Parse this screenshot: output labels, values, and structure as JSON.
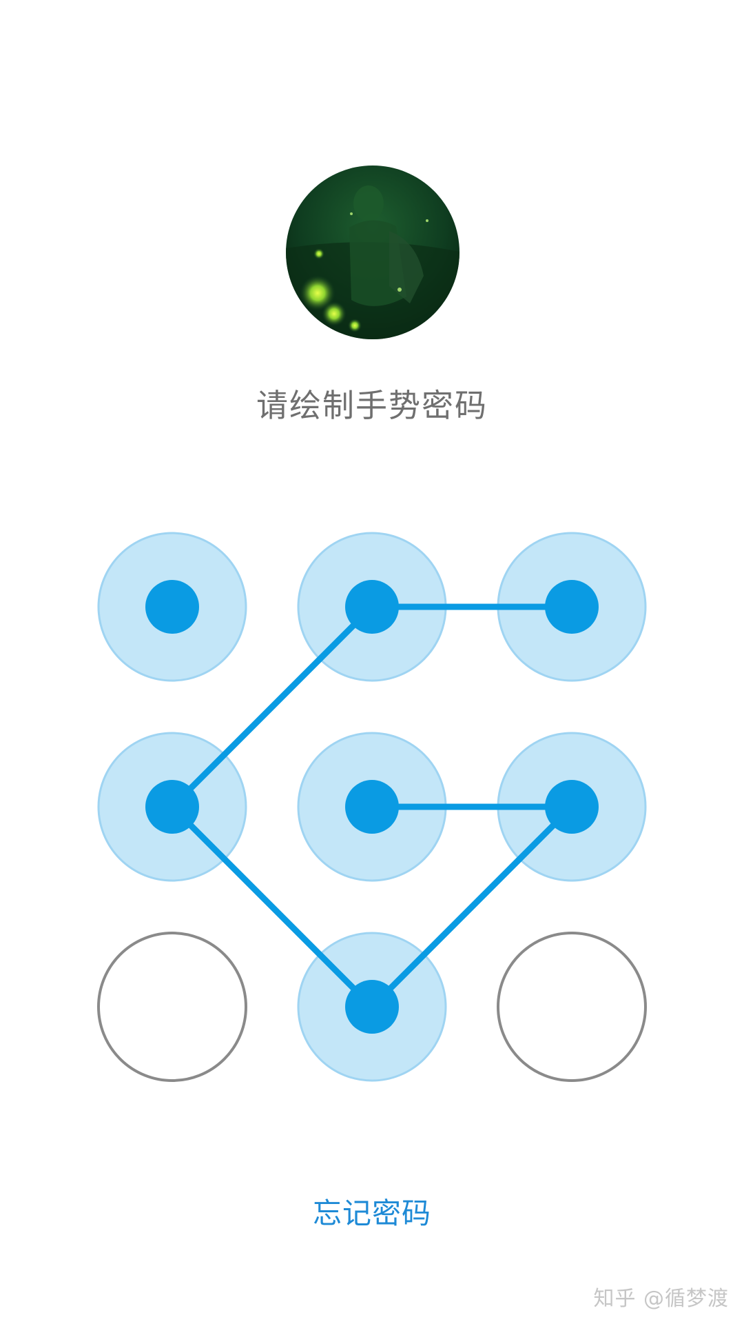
{
  "lock_screen": {
    "prompt": "请绘制手势密码",
    "forgot_password": "忘记密码",
    "watermark": "知乎 @循梦渡"
  },
  "pattern": {
    "grid_size": 3,
    "selected_nodes": [
      0,
      1,
      2,
      3,
      4,
      5,
      7
    ],
    "path": [
      2,
      1,
      3,
      7,
      5,
      4
    ]
  },
  "colors": {
    "accent": "#0a9be3",
    "selected_halo": "#c3e6f8",
    "selected_halo_border": "#9fd4f2",
    "unselected_ring": "#8a8a8a",
    "prompt_text": "#6f6f6f",
    "link_text": "#1e8ad6",
    "watermark_text": "#c6c6c6"
  },
  "icons": {
    "avatar": "avatar-image",
    "node": "pattern-node"
  }
}
